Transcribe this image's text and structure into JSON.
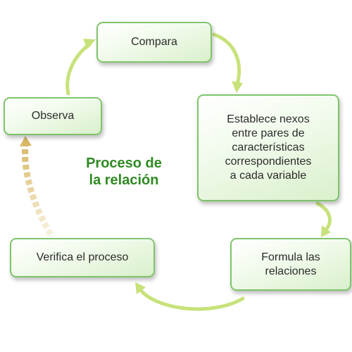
{
  "title_lines": [
    "Proceso de",
    "la relación"
  ],
  "nodes": {
    "compara": "Compara",
    "establece": [
      "Establece nexos",
      "entre pares de",
      "características",
      "correspondientes",
      "a cada variable"
    ],
    "formula": [
      "Formula las",
      "relaciones"
    ],
    "verifica": "Verifica el proceso",
    "observa": "Observa"
  },
  "colors": {
    "box_border": "#7ec46a",
    "arrow": "#c7e27a",
    "arrow_highlight": "#e6cf8a",
    "title": "#2f8a22"
  }
}
